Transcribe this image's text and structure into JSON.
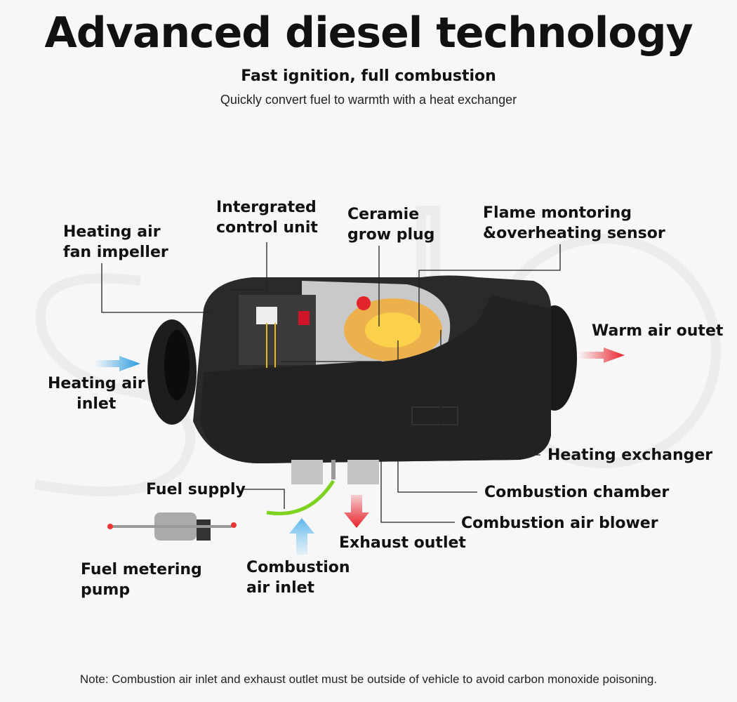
{
  "header": {
    "title": "Advanced diesel technology",
    "subtitle": "Fast ignition, full combustion",
    "description": "Quickly convert fuel to warmth  with a heat exchanger"
  },
  "labels": {
    "fan_impeller": [
      "Heating air",
      "fan impeller"
    ],
    "control_unit": [
      "Intergrated",
      "control unit"
    ],
    "glow_plug": [
      "Ceramie",
      "grow plug"
    ],
    "flame_sensor": [
      "Flame montoring",
      "&overheating sensor"
    ],
    "warm_air_outlet": "Warm air outet",
    "heating_air_inlet": [
      "Heating air",
      "inlet"
    ],
    "heating_exchanger": "Heating exchanger",
    "combustion_chamber": "Combustion chamber",
    "combustion_air_blower": "Combustion air blower",
    "exhaust_outlet": "Exhaust outlet",
    "fuel_supply": "Fuel supply",
    "combustion_air_inlet": [
      "Combustion",
      "air inlet"
    ],
    "fuel_metering_pump": [
      "Fuel metering",
      "pump"
    ]
  },
  "note": "Note: Combustion air inlet and exhaust outlet must be outside of vehicle to avoid carbon monoxide poisoning.",
  "colors": {
    "inlet_arrow": "#2a9be0",
    "outlet_arrow": "#e8212a",
    "fuel_line": "#7ed321"
  }
}
